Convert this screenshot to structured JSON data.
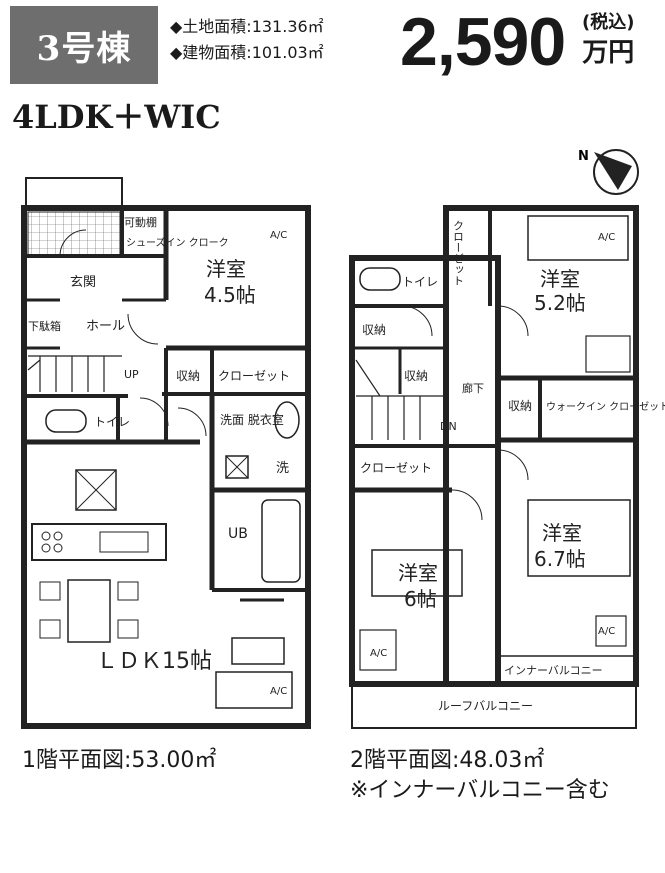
{
  "header": {
    "building_label": "3号棟",
    "land_area": "◆土地面積:131.36㎡",
    "building_area": "◆建物面積:101.03㎡",
    "price": "2,590",
    "price_tax_note": "(税込)",
    "price_unit": "万円",
    "layout_type": "4LDK＋WIC"
  },
  "floor1": {
    "caption": "1階平面図:53.00㎡",
    "rooms": {
      "western_room": "洋室",
      "western_room_size": "4.5帖",
      "shoe_closet": "シューズイン クローク",
      "shoe_closet_tag": "可動棚",
      "entrance": "玄関",
      "shoe_box": "下駄箱",
      "hall": "ホール",
      "stair_up": "UP",
      "storage": "収納",
      "closet": "クローゼット",
      "toilet": "トイレ",
      "washroom": "洗面 脱衣室",
      "wash": "洗",
      "bath": "UB",
      "ldk": "ＬＤＫ15帖",
      "ac1": "A/C",
      "ac2": "A/C"
    }
  },
  "floor2": {
    "caption": "2階平面図:48.03㎡",
    "note": "※インナーバルコニー含む",
    "rooms": {
      "closet_vertical": "クローゼット",
      "toilet": "トイレ",
      "room_52": "洋室",
      "room_52_size": "5.2帖",
      "storage1": "収納",
      "storage2": "収納",
      "storage3": "収納",
      "corridor": "廊下",
      "stair_dn": "DN",
      "wic": "ウォークイン クローゼット",
      "closet": "クローゼット",
      "room_67": "洋室",
      "room_67_size": "6.7帖",
      "room_6": "洋室",
      "room_6_size": "6帖",
      "inner_balcony": "インナーバルコニー",
      "roof_balcony": "ルーフバルコニー",
      "ac1": "A/C",
      "ac2": "A/C",
      "ac3": "A/C"
    }
  },
  "compass": {
    "label": "N"
  }
}
